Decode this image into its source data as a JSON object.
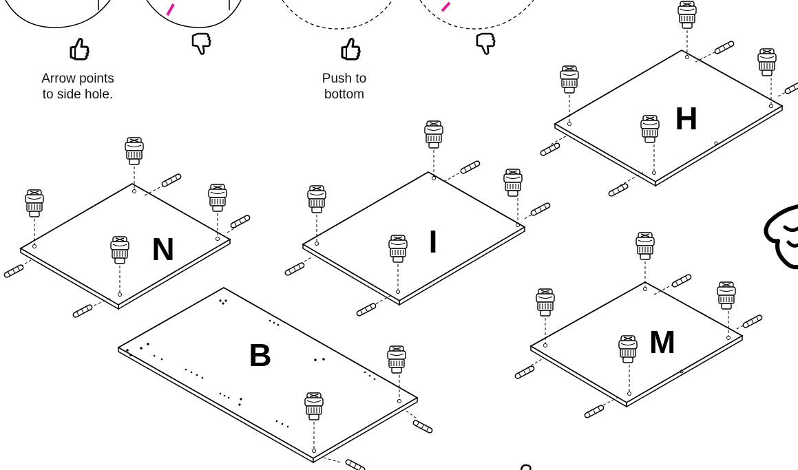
{
  "tips": [
    {
      "verdict": "correct",
      "icon": "thumbs-up-icon",
      "text": "Arrow points to side hole.",
      "line1": "Arrow points",
      "line2": "to side hole."
    },
    {
      "verdict": "incorrect",
      "icon": "thumbs-down-icon"
    },
    {
      "verdict": "correct",
      "icon": "thumbs-up-icon",
      "text": "Push to bottom",
      "line1": "Push to",
      "line2": "bottom"
    },
    {
      "verdict": "incorrect",
      "icon": "thumbs-down-icon"
    }
  ],
  "panels": [
    {
      "id": "N",
      "label": "N",
      "cam_locks": 4,
      "dowels": 4
    },
    {
      "id": "I",
      "label": "I",
      "cam_locks": 4,
      "dowels": 4
    },
    {
      "id": "H",
      "label": "H",
      "cam_locks": 4,
      "dowels": 4
    },
    {
      "id": "M",
      "label": "M",
      "cam_locks": 4,
      "dowels": 4
    },
    {
      "id": "B",
      "label": "B",
      "cam_locks": 2,
      "dowels": 2
    }
  ],
  "colors": {
    "line": "#000000",
    "highlight": "#e0199b",
    "background": "#ffffff"
  }
}
